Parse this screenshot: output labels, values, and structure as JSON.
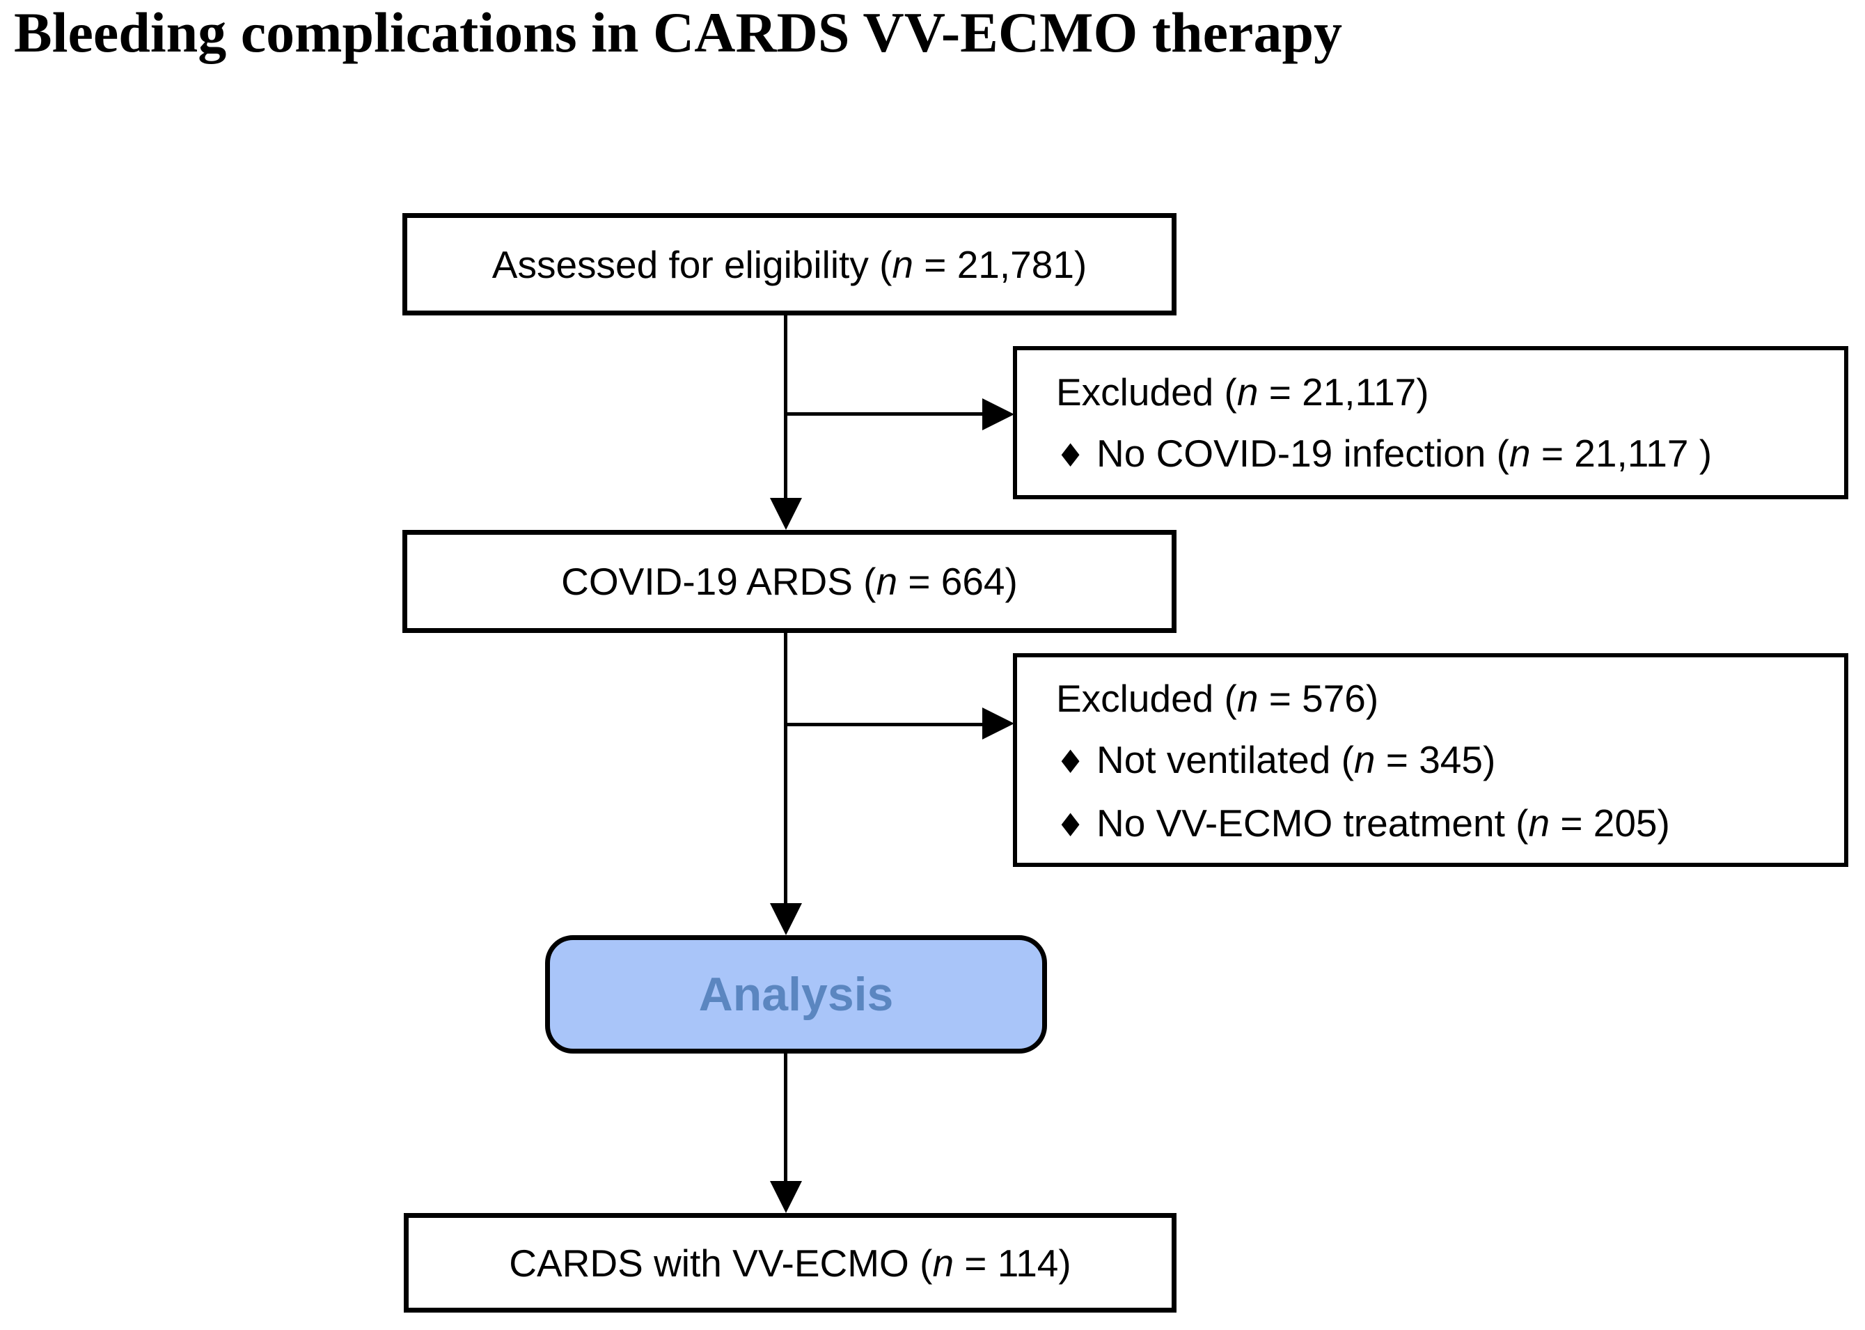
{
  "title": "Bleeding complications in CARDS VV-ECMO therapy",
  "nodes": {
    "assessed": {
      "prefix": "Assessed for eligibility (",
      "n": "n",
      "suffix": " = 21,781)"
    },
    "ards": {
      "prefix": "COVID-19 ARDS (",
      "n": "n",
      "suffix": " = 664)"
    },
    "analysis": {
      "label": "Analysis"
    },
    "final": {
      "prefix": "CARDS with VV-ECMO (",
      "n": "n",
      "suffix": " = 114)"
    }
  },
  "exclusions": {
    "first": {
      "header": {
        "prefix": "Excluded (",
        "n": "n",
        "suffix": " = 21,117)"
      },
      "items": [
        {
          "bullet": "♦",
          "prefix": "No COVID-19 infection (",
          "n": "n",
          "suffix": " = 21,117 )"
        }
      ]
    },
    "second": {
      "header": {
        "prefix": "Excluded (",
        "n": "n",
        "suffix": " = 576)"
      },
      "items": [
        {
          "bullet": "♦",
          "prefix": "Not ventilated (",
          "n": "n",
          "suffix": " = 345)"
        },
        {
          "bullet": "♦",
          "prefix": "No VV-ECMO treatment (",
          "n": "n",
          "suffix": " = 205)"
        }
      ]
    }
  },
  "colors": {
    "box_border": "#000000",
    "line": "#000000",
    "analysis_fill": "#a9c5f9",
    "analysis_border": "#000000",
    "analysis_text": "#5b86c0"
  }
}
